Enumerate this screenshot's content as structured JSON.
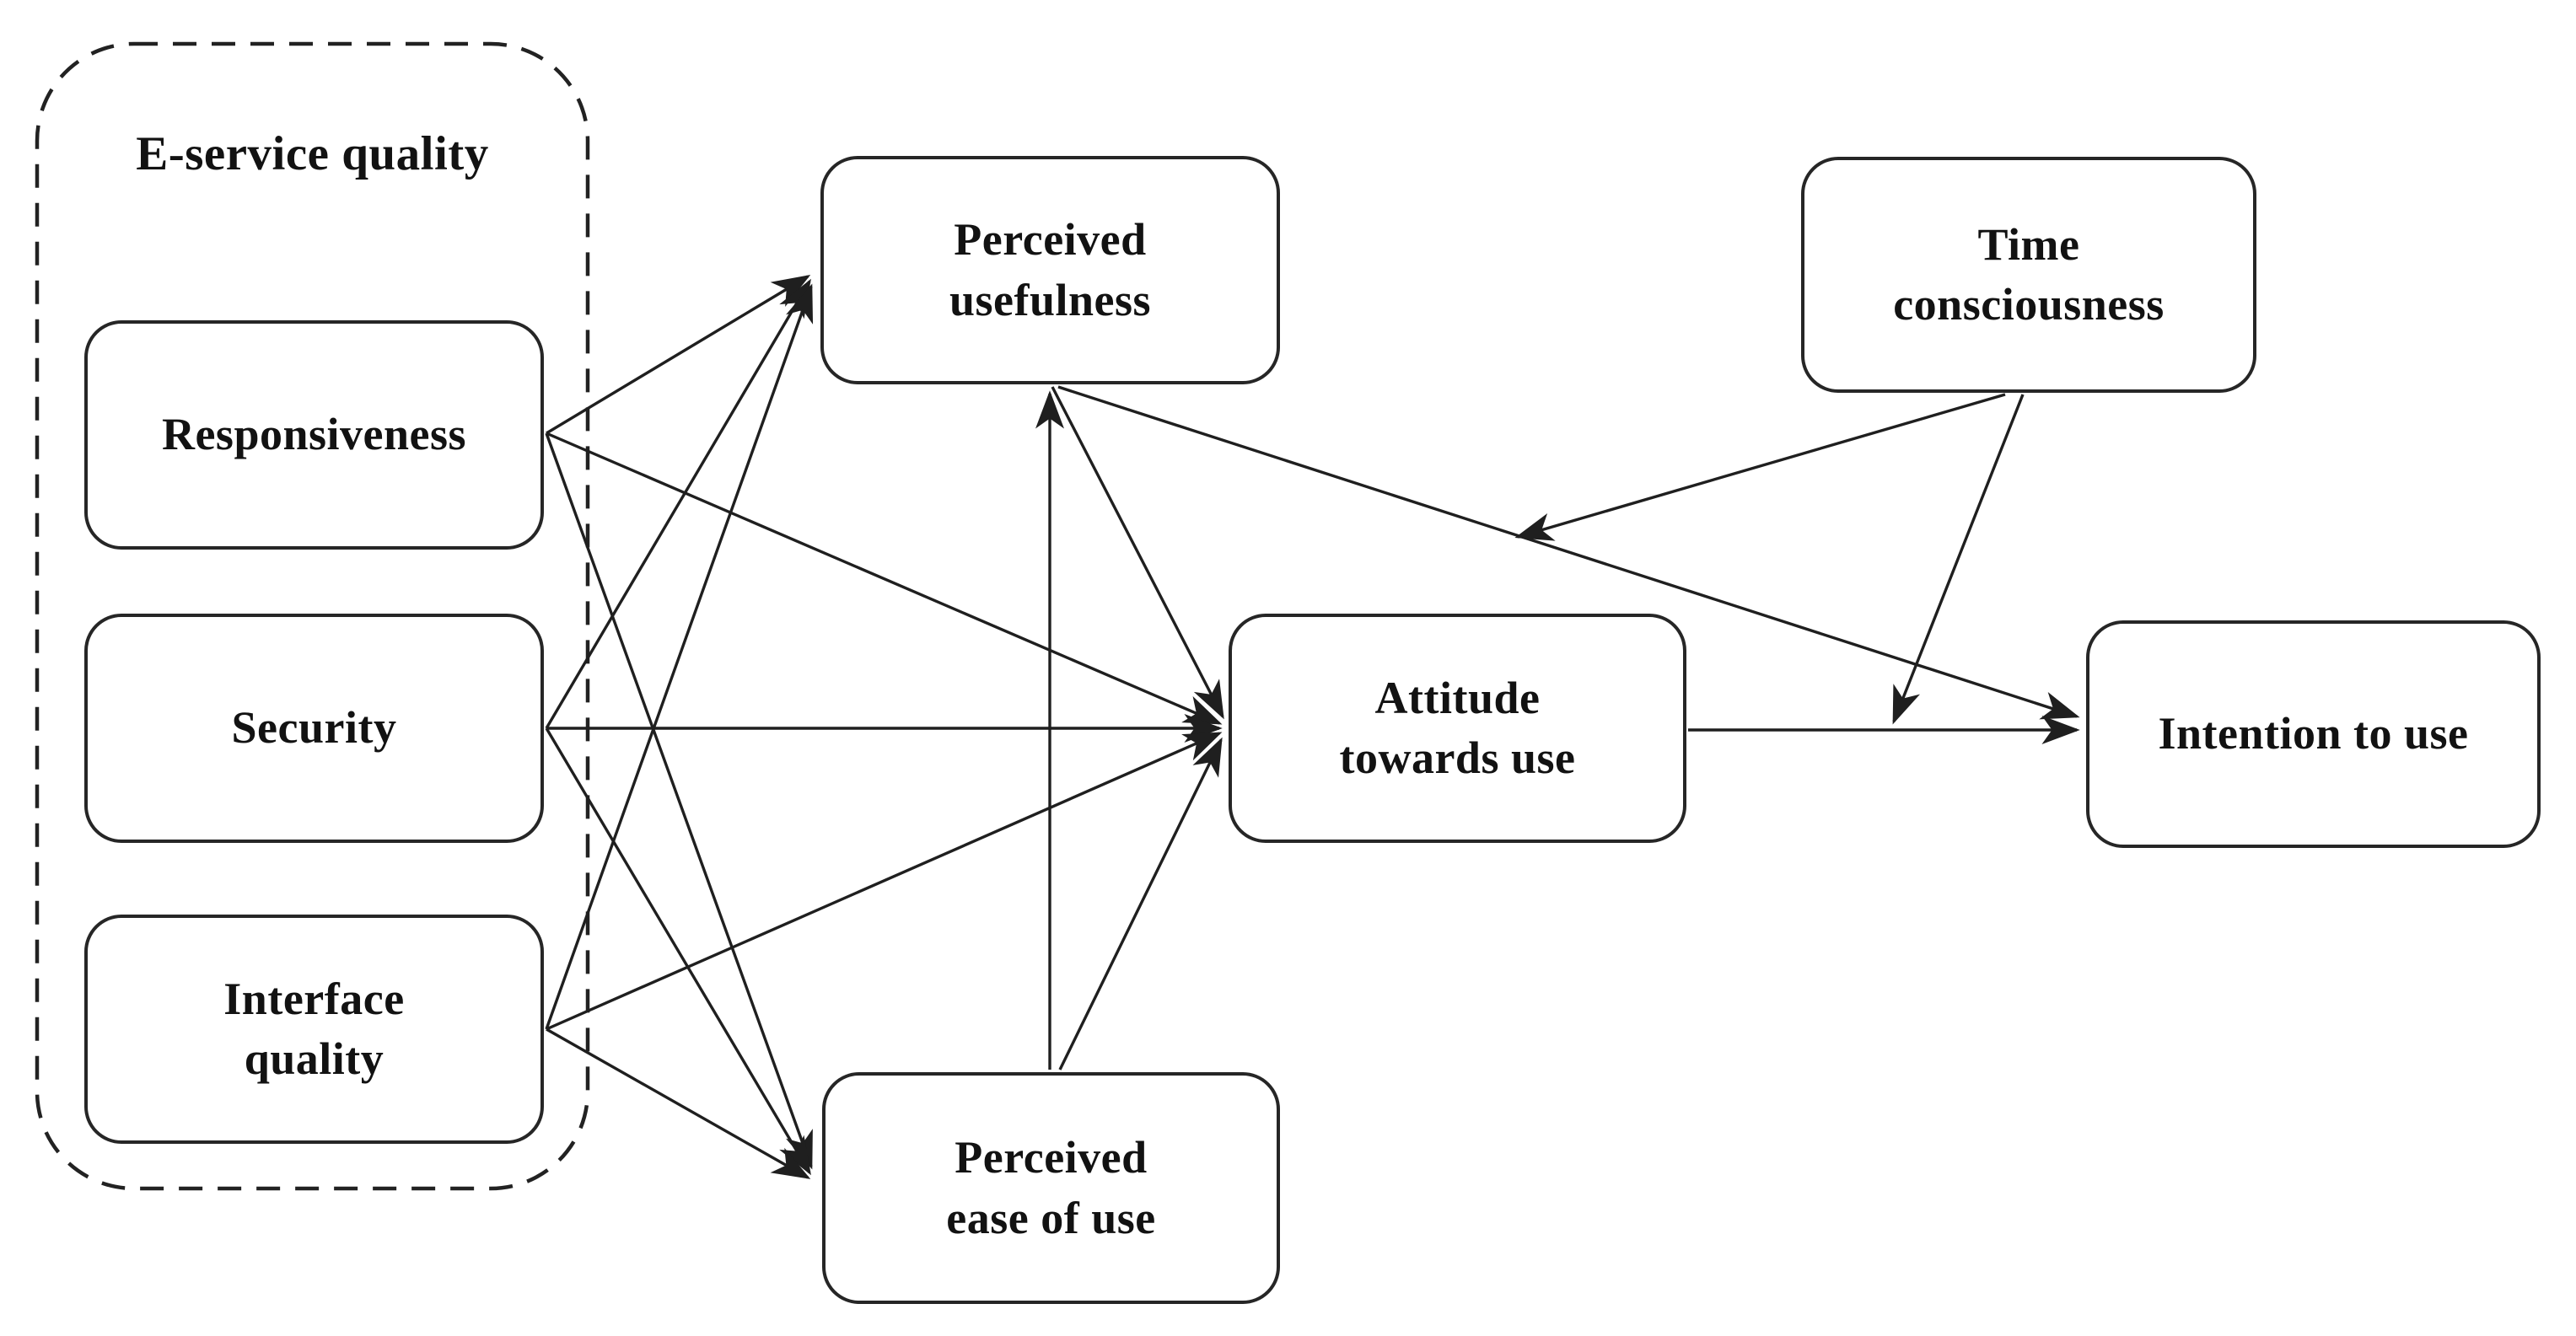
{
  "figure": {
    "type": "research-model-path-diagram",
    "background": "#ffffff",
    "stroke_color": "#1f1f1f",
    "group": {
      "label": "E-service quality",
      "members": [
        "responsiveness",
        "security",
        "interface_quality"
      ]
    },
    "nodes": {
      "responsiveness": {
        "label": "Responsiveness"
      },
      "security": {
        "label": "Security"
      },
      "interface_quality": {
        "label": "Interface\nquality"
      },
      "perceived_usefulness": {
        "label": "Perceived\nusefulness"
      },
      "perceived_ease_of_use": {
        "label": "Perceived\nease of use"
      },
      "attitude_towards_use": {
        "label": "Attitude\ntowards use"
      },
      "time_consciousness": {
        "label": "Time\nconsciousness"
      },
      "intention_to_use": {
        "label": "Intention to use"
      }
    },
    "edges": [
      {
        "from": "responsiveness",
        "to": "perceived_usefulness",
        "kind": "direct"
      },
      {
        "from": "responsiveness",
        "to": "attitude_towards_use",
        "kind": "direct"
      },
      {
        "from": "responsiveness",
        "to": "perceived_ease_of_use",
        "kind": "direct"
      },
      {
        "from": "security",
        "to": "perceived_usefulness",
        "kind": "direct"
      },
      {
        "from": "security",
        "to": "attitude_towards_use",
        "kind": "direct"
      },
      {
        "from": "security",
        "to": "perceived_ease_of_use",
        "kind": "direct"
      },
      {
        "from": "interface_quality",
        "to": "perceived_usefulness",
        "kind": "direct"
      },
      {
        "from": "interface_quality",
        "to": "attitude_towards_use",
        "kind": "direct"
      },
      {
        "from": "interface_quality",
        "to": "perceived_ease_of_use",
        "kind": "direct"
      },
      {
        "from": "perceived_ease_of_use",
        "to": "perceived_usefulness",
        "kind": "direct"
      },
      {
        "from": "perceived_ease_of_use",
        "to": "attitude_towards_use",
        "kind": "direct"
      },
      {
        "from": "perceived_usefulness",
        "to": "attitude_towards_use",
        "kind": "direct"
      },
      {
        "from": "perceived_usefulness",
        "to": "intention_to_use",
        "kind": "direct"
      },
      {
        "from": "attitude_towards_use",
        "to": "intention_to_use",
        "kind": "direct"
      },
      {
        "from": "time_consciousness",
        "to": "path:perceived_usefulness->intention_to_use",
        "kind": "moderation"
      },
      {
        "from": "time_consciousness",
        "to": "path:attitude_towards_use->intention_to_use",
        "kind": "moderation"
      }
    ]
  }
}
